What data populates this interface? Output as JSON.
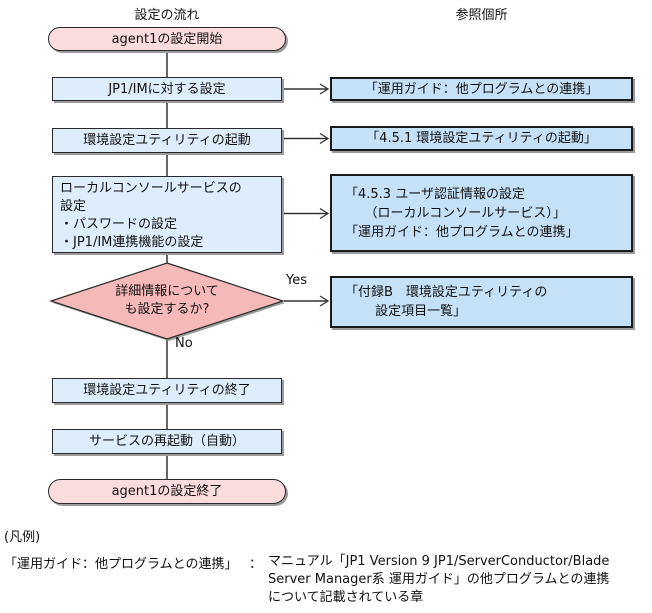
{
  "header": {
    "flow_title": "設定の流れ",
    "reference_title": "参照個所"
  },
  "flow": {
    "start_label": "agent1の設定開始",
    "step_jp1im": "JP1/IMに対する設定",
    "step_util_start": "環境設定ユティリティの起動",
    "step_local_console": "ローカルコンソールサービスの\n設定\n・パスワードの設定\n・JP1/IM連携機能の設定",
    "decision_question": "詳細情報について\nも設定するか?",
    "label_yes": "Yes",
    "label_no": "No",
    "step_util_end": "環境設定ユティリティの終了",
    "step_service_restart": "サービスの再起動（自動）",
    "end_label": "agent1の設定終了"
  },
  "references": {
    "ref_operation_guide": "「運用ガイド：他プログラムとの連携」",
    "ref_451": "「4.5.1 環境設定ユティリティの起動」",
    "ref_453": "「4.5.3 ユーザ認証情報の設定\n　　（ローカルコンソールサービス）」\n「運用ガイド：他プログラムとの連携」",
    "ref_appendix_b": "「付録B　環境設定ユティリティの\n　　 設定項目一覧」"
  },
  "legend": {
    "heading": "(凡例)",
    "term": "「運用ガイド：他プログラムとの連携」",
    "separator": "：",
    "description": "マニュアル「JP1 Version 9 JP1/ServerConductor/Blade\nServer Manager系 運用ガイド」の他プログラムとの連携\nについて記載されている章"
  },
  "colors": {
    "process_fill": "#DEEDFB",
    "reference_fill": "#C5E1F8",
    "terminator_fill": "#FBDCDC",
    "decision_fill": "#F5B9B9",
    "line": "#333333"
  }
}
